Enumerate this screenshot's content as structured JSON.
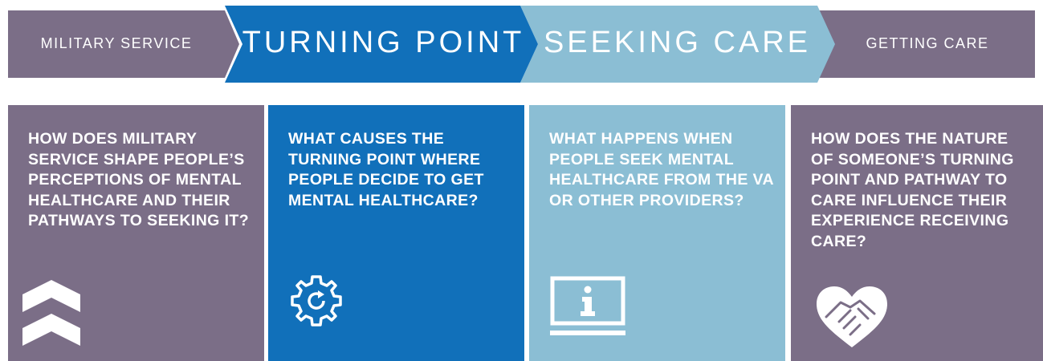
{
  "steps": [
    {
      "label": "MILITARY SERVICE",
      "color": "#7b6e87"
    },
    {
      "label": "TURNING POINT",
      "color": "#1170ba"
    },
    {
      "label": "SEEKING CARE",
      "color": "#8bbed4"
    },
    {
      "label": "GETTING CARE",
      "color": "#7b6e87"
    }
  ],
  "panels": [
    {
      "question": "HOW DOES MILITARY\nSERVICE SHAPE PEOPLE’S\nPERCEPTIONS OF MENTAL\nHEALTHCARE AND THEIR\nPATHWAYS TO SEEKING IT?",
      "color": "#7b6e87",
      "icon": "double-chevron-up-icon"
    },
    {
      "question": "WHAT CAUSES THE\nTURNING POINT WHERE\nPEOPLE DECIDE TO GET\nMENTAL HEALTHCARE?",
      "color": "#1170ba",
      "icon": "gear-refresh-icon"
    },
    {
      "question": "WHAT HAPPENS WHEN\nPEOPLE SEEK MENTAL\nHEALTHCARE FROM THE VA\nOR OTHER PROVIDERS?",
      "color": "#8bbed4",
      "icon": "monitor-info-icon"
    },
    {
      "question": "HOW DOES THE NATURE\nOF SOMEONE’S TURNING\nPOINT AND PATHWAY TO\nCARE INFLUENCE THEIR\nEXPERIENCE RECEIVING\nCARE?",
      "color": "#7b6e87",
      "icon": "heart-handshake-icon"
    }
  ]
}
